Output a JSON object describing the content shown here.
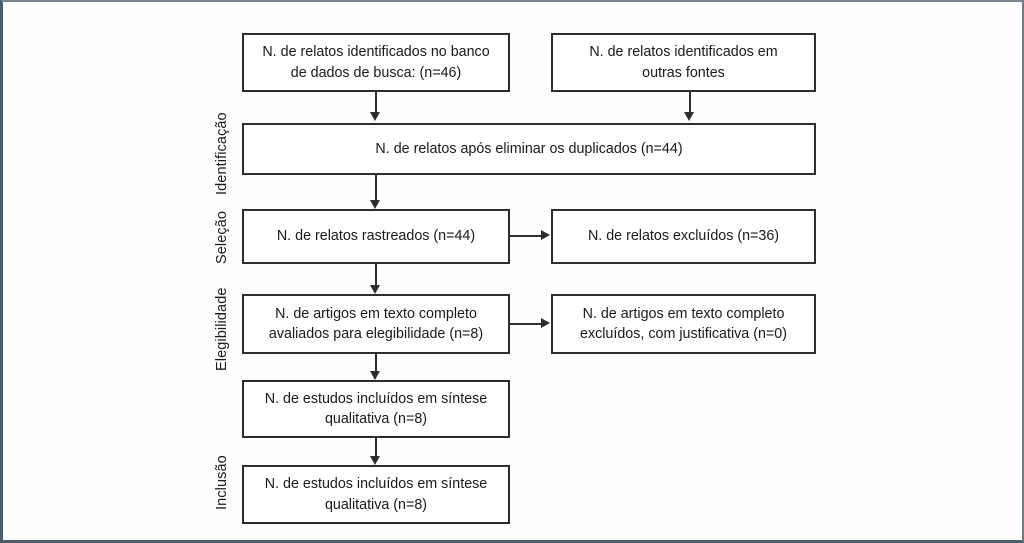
{
  "diagram": {
    "type": "prisma-flow-diagram",
    "language": "pt-BR",
    "colors": {
      "frame_border": "#4d5d6b",
      "box_border": "#2e2e2e",
      "text": "#1a1a1a",
      "background": "#fefefe"
    },
    "stages": [
      {
        "id": "identificacao",
        "label": "Identificação"
      },
      {
        "id": "selecao",
        "label": "Seleção"
      },
      {
        "id": "elegibilidade",
        "label": "Elegibilidade"
      },
      {
        "id": "inclusao",
        "label": "Inclusão"
      }
    ],
    "boxes": [
      {
        "id": "records-identified-database",
        "stage": "identificacao",
        "line1": "N. de relatos identificados no banco",
        "line2": "de dados de busca: (n=46)",
        "count": 46
      },
      {
        "id": "records-identified-other-sources",
        "stage": "identificacao",
        "line1": "N. de relatos identificados em",
        "line2": "outras fontes",
        "count": null
      },
      {
        "id": "records-after-duplicates-removed",
        "stage": "identificacao",
        "line1": "N. de relatos após eliminar os duplicados (n=44)",
        "line2": "",
        "count": 44
      },
      {
        "id": "records-screened",
        "stage": "selecao",
        "line1": "N. de relatos rastreados (n=44)",
        "line2": "",
        "count": 44
      },
      {
        "id": "records-excluded",
        "stage": "selecao",
        "line1": "N. de relatos excluídos (n=36)",
        "line2": "",
        "count": 36
      },
      {
        "id": "fulltext-assessed-eligibility",
        "stage": "elegibilidade",
        "line1": "N. de artigos em texto completo",
        "line2": "avaliados para elegibilidade (n=8)",
        "count": 8
      },
      {
        "id": "fulltext-excluded-with-reasons",
        "stage": "elegibilidade",
        "line1": "N. de artigos em texto completo",
        "line2": "excluídos, com justificativa (n=0)",
        "count": 0
      },
      {
        "id": "studies-included-qualitative-1",
        "stage": "inclusao",
        "line1": "N. de estudos incluídos em síntese",
        "line2": "qualitativa (n=8)",
        "count": 8
      },
      {
        "id": "studies-included-qualitative-2",
        "stage": "inclusao",
        "line1": "N. de estudos incluídos em síntese",
        "line2": "qualitativa (n=8)",
        "count": 8
      }
    ],
    "arrows": [
      {
        "id": "arrow-db-to-dedup",
        "from": "records-identified-database",
        "to": "records-after-duplicates-removed",
        "direction": "down"
      },
      {
        "id": "arrow-other-to-dedup",
        "from": "records-identified-other-sources",
        "to": "records-after-duplicates-removed",
        "direction": "down"
      },
      {
        "id": "arrow-dedup-to-screened",
        "from": "records-after-duplicates-removed",
        "to": "records-screened",
        "direction": "down"
      },
      {
        "id": "arrow-screened-to-excluded",
        "from": "records-screened",
        "to": "records-excluded",
        "direction": "right"
      },
      {
        "id": "arrow-screened-to-fulltext",
        "from": "records-screened",
        "to": "fulltext-assessed-eligibility",
        "direction": "down"
      },
      {
        "id": "arrow-fulltext-to-excluded",
        "from": "fulltext-assessed-eligibility",
        "to": "fulltext-excluded-with-reasons",
        "direction": "right"
      },
      {
        "id": "arrow-fulltext-to-included",
        "from": "fulltext-assessed-eligibility",
        "to": "studies-included-qualitative-1",
        "direction": "down"
      },
      {
        "id": "arrow-included1-to-included2",
        "from": "studies-included-qualitative-1",
        "to": "studies-included-qualitative-2",
        "direction": "down"
      }
    ]
  }
}
